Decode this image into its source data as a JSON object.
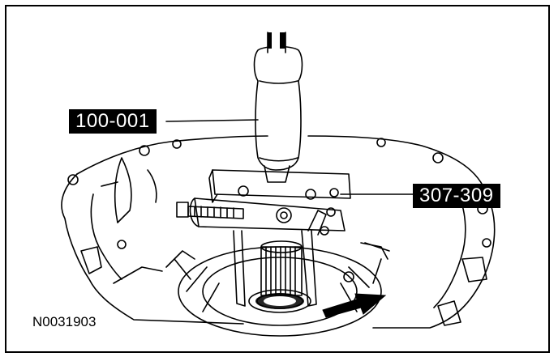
{
  "figure": {
    "id": "N0031903",
    "callouts": [
      {
        "label": "100-001"
      },
      {
        "label": "307-309"
      }
    ]
  }
}
